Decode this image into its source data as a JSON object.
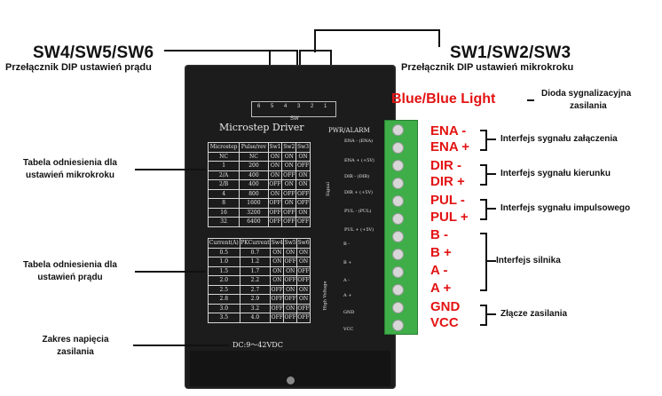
{
  "header_left": {
    "title": "SW4/SW5/SW6",
    "subtitle": "Przełącznik DIP ustawień prądu"
  },
  "header_right": {
    "title": "SW1/SW2/SW3",
    "subtitle": "Przełącznik DIP ustawień mikrokroku"
  },
  "led": {
    "title": "Blue/Blue Light",
    "desc1": "Dioda sygnalizacyjna",
    "desc2": "zasilania"
  },
  "left_labels": {
    "microstep_table": [
      "Tabela odniesienia dla",
      "ustawień mikrokroku"
    ],
    "current_table": [
      "Tabela odniesienia dla",
      "ustawień prądu"
    ],
    "voltage": [
      "Zakres napięcia",
      "zasilania"
    ]
  },
  "pins": [
    "ENA -",
    "ENA +",
    "DIR -",
    "DIR +",
    "PUL -",
    "PUL +",
    "B -",
    "B +",
    "A -",
    "A +",
    "GND",
    "VCC"
  ],
  "groups": {
    "ena": "Interfejs sygnału załączenia",
    "dir": "Interfejs sygnału kierunku",
    "pul": "Interfejs sygnału impulsowego",
    "motor": "Interfejs silnika",
    "power": "Złącze zasilania"
  },
  "device": {
    "title": "Microstep Driver",
    "pwr_alarm": "PWR/ALARM",
    "sw_label": "SW",
    "sw_numbers": [
      "6",
      "5",
      "4",
      "3",
      "2",
      "1"
    ],
    "voltage_text": "DC:9～42VDC",
    "signal_label": "Signal",
    "hv_label": "High Voltage",
    "signal_pins": [
      "ENA - (ENA)",
      "ENA + (+5V)",
      "DIR - (DIR)",
      "DIR + (+5V)",
      "PUL - (PUL)",
      "PUL + (+5V)"
    ],
    "hv_pins": [
      "B -",
      "B +",
      "A -",
      "A +",
      "GND",
      "VCC"
    ],
    "microstep_table": {
      "headers": [
        "Microstep",
        "Pulse/rev",
        "Sw1",
        "Sw2",
        "Sw3"
      ],
      "rows": [
        [
          "NC",
          "NC",
          "ON",
          "ON",
          "ON"
        ],
        [
          "1",
          "200",
          "ON",
          "ON",
          "OFF"
        ],
        [
          "2/A",
          "400",
          "ON",
          "OFF",
          "ON"
        ],
        [
          "2/B",
          "400",
          "OFF",
          "ON",
          "ON"
        ],
        [
          "4",
          "800",
          "ON",
          "OFF",
          "OFF"
        ],
        [
          "8",
          "1600",
          "OFF",
          "ON",
          "OFF"
        ],
        [
          "16",
          "3200",
          "OFF",
          "OFF",
          "ON"
        ],
        [
          "32",
          "6400",
          "OFF",
          "OFF",
          "OFF"
        ]
      ]
    },
    "current_table": {
      "headers": [
        "Current(A)",
        "PKCurrent",
        "Sw4",
        "Sw5",
        "Sw6"
      ],
      "rows": [
        [
          "0.5",
          "0.7",
          "ON",
          "ON",
          "ON"
        ],
        [
          "1.0",
          "1.2",
          "ON",
          "OFF",
          "ON"
        ],
        [
          "1.5",
          "1.7",
          "ON",
          "ON",
          "OFF"
        ],
        [
          "2.0",
          "2.2",
          "ON",
          "OFF",
          "OFF"
        ],
        [
          "2.5",
          "2.7",
          "OFF",
          "ON",
          "ON"
        ],
        [
          "2.8",
          "2.9",
          "OFF",
          "OFF",
          "ON"
        ],
        [
          "3.0",
          "3.2",
          "OFF",
          "ON",
          "OFF"
        ],
        [
          "3.5",
          "4.0",
          "OFF",
          "OFF",
          "OFF"
        ]
      ]
    }
  },
  "colors": {
    "accent_red": "#e31313",
    "device_body": "#1c1c1c",
    "terminal_green": "#3fae49"
  }
}
